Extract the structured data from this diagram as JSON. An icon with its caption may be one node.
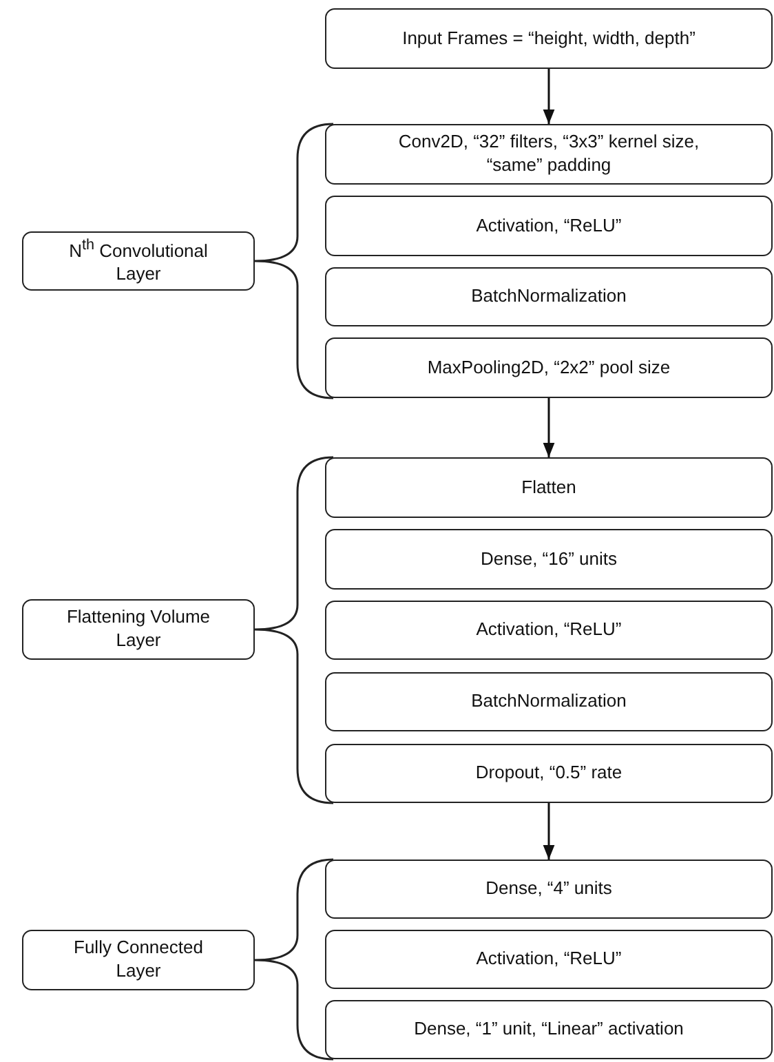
{
  "diagram": {
    "nodes": [
      {
        "text": [
          "Input Frames = “height, width, depth”"
        ]
      },
      {
        "text": [
          "N$^{th}$ Convolutional Layer"
        ]
      },
      {
        "text": [
          "Conv2D, “32” filters, “3x3” kernel size, “same” padding"
        ]
      },
      {
        "text": [
          "Activation, “ReLU”"
        ]
      },
      {
        "text": [
          "BatchNormalization"
        ]
      },
      {
        "text": [
          "MaxPooling2D, “2x2” pool size"
        ]
      },
      {
        "text": [
          "Flattening Volume Layer"
        ]
      },
      {
        "text": [
          "Flatten"
        ]
      },
      {
        "text": [
          "Dense, “16” units"
        ]
      },
      {
        "text": [
          "Activation, “ReLU”"
        ]
      },
      {
        "text": [
          "BatchNormalization"
        ]
      },
      {
        "text": [
          "Dropout, “0.5” rate"
        ]
      },
      {
        "text": [
          "Fully Connected Layer"
        ]
      },
      {
        "text": [
          "Dense, “4” units"
        ]
      },
      {
        "text": [
          "Activation, “ReLU”"
        ]
      },
      {
        "text": [
          "Dense, “1” unit, “Linear” activation"
        ]
      }
    ],
    "edges": [
      {
        "from": 0,
        "to": 2,
        "arrow": "to"
      },
      {
        "from": 5,
        "to": 7,
        "arrow": "to"
      },
      {
        "from": 11,
        "to": 13,
        "arrow": "to"
      }
    ]
  }
}
